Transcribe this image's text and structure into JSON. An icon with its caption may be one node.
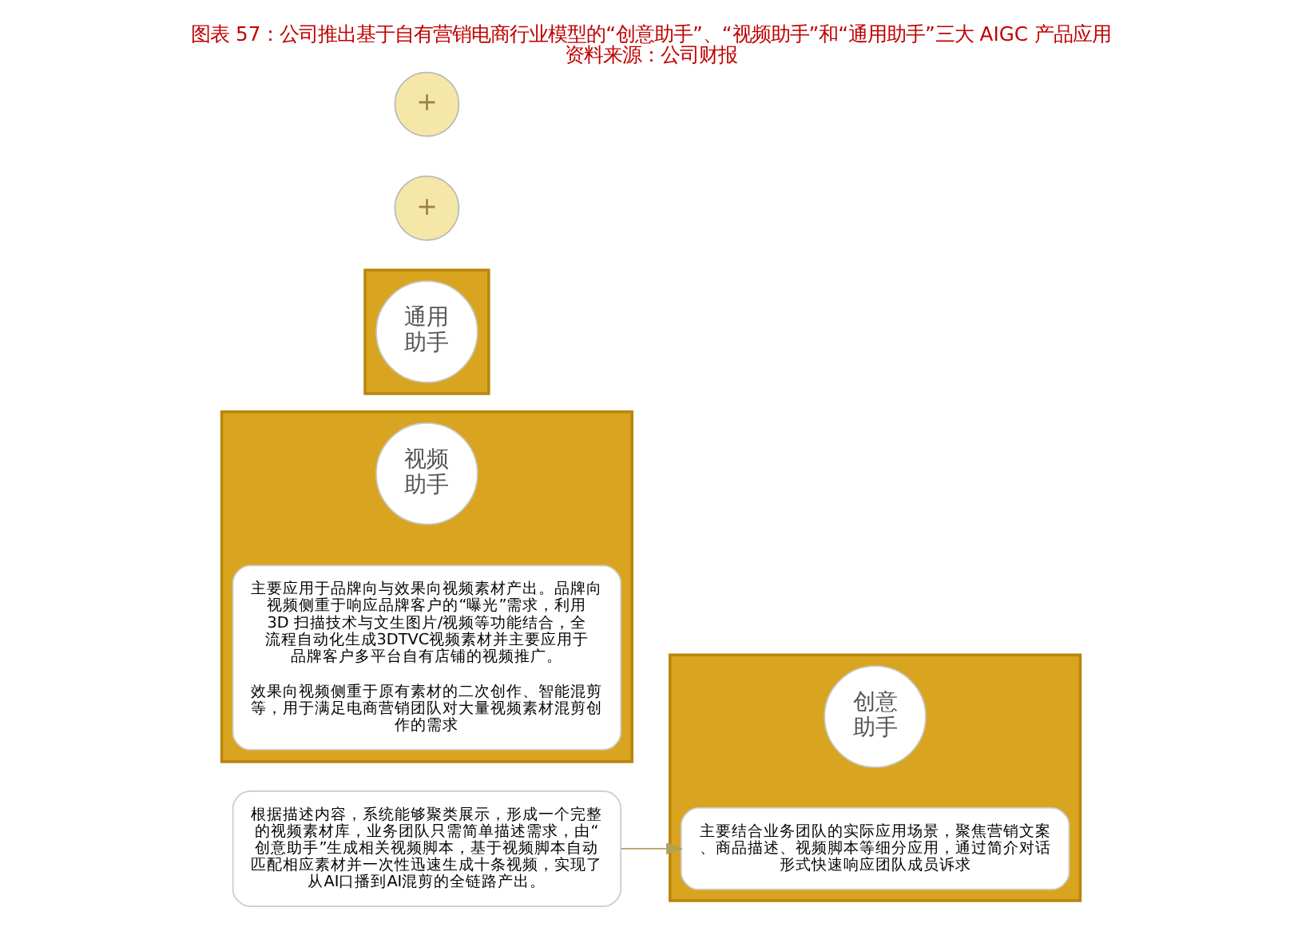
{
  "diagram": {
    "title": "图表 57：公司推出基于自有营销电商行业模型的“创意助手”、“视频助手”和“通用助手”三大 AIGC 产品应用",
    "caption": "资料来源：公司财报",
    "nodes": [
      {
        "text": [],
        "shape": "box"
      },
      {
        "text": [
          "创意助手"
        ],
        "in": 0
      },
      {
        "text": [
          "主要结合业务团队的实际应用场景，聚焦营销文案、商品描述、视频脚本等细分应用，通过简介对话形式快速响应团队成员诉求"
        ],
        "in": 0
      },
      {
        "text": [],
        "shape": "box"
      },
      {
        "text": [
          "视频助手"
        ],
        "in": 3
      },
      {
        "text": [
          "主要应用于品牌向与效果向视频素材产出。品牌向视频侧重于响应品牌客户的“曝光”需求，利用 3D 扫描技术与文生图片/视频等功能结合，全流程自动化生成3DTVC视频素材并主要应用于品牌客户多平台自有店铺的视频推广。",
          "效果向视频侧重于原有素材的二次创作、智能混剪等，用于满足电商营销团队对大量视频素材混剪创作的需求"
        ],
        "in": 3
      },
      {
        "text": [],
        "shape": "box"
      },
      {
        "text": [
          "通用助手"
        ],
        "in": 6
      },
      {
        "text": [
          "根据描述内容，系统能够聚类展示，形成一个完整的视频素材库，业务团队只需简单描述需求，由“创意助手”生成相关视频脚本，基于视频脚本自动匹配相应素材并一次性迅速生成十条视频，实现了从AI口播到AI混剪的全链路产出。"
        ]
      }
    ],
    "edges": [
      {
        "from": 8,
        "to": 2,
        "arrow": "to"
      }
    ],
    "labels": [
      "+",
      "+"
    ]
  }
}
